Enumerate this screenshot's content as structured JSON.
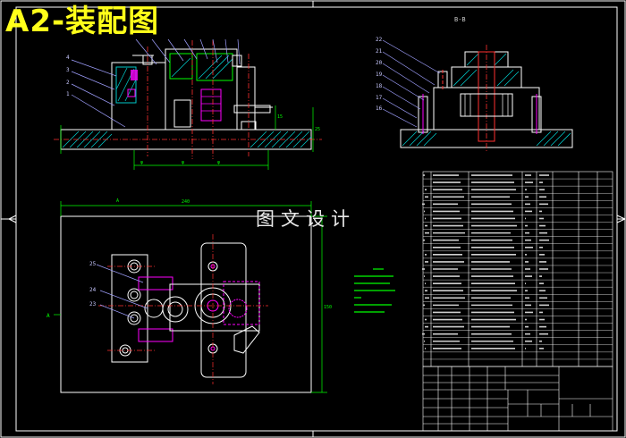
{
  "title": "A2-装配图",
  "watermark": "图文设计",
  "section_label": "B-B",
  "colors": {
    "background": "#000000",
    "title": "#ffff1a",
    "lines": "#ffffff",
    "hatch": "#00c8c8",
    "dimension": "#00ff00",
    "leader": "#a0a0ff",
    "center": "#ff3030",
    "magenta": "#ff00ff",
    "notes": "#00ff00",
    "watermark": "#e8e8e8"
  },
  "part_balloons_front": [
    "4",
    "3",
    "2",
    "1"
  ],
  "part_balloons_section": [
    "22",
    "21",
    "20",
    "19",
    "18",
    "17",
    "16"
  ],
  "part_balloons_plan": [
    "25",
    "24",
    "23"
  ]
}
